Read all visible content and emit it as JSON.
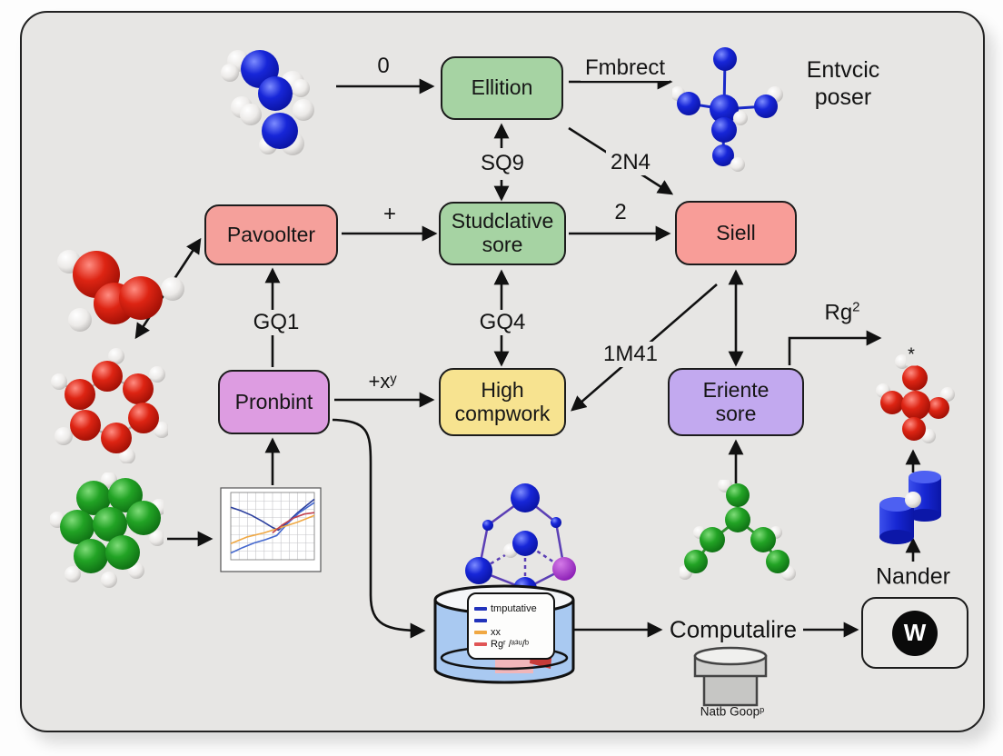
{
  "nodes": {
    "ellition": {
      "label": "Ellition",
      "color": "#a6d3a3"
    },
    "pavoolter": {
      "label": "Pavoolter",
      "color": "#f5a09b"
    },
    "studclative": {
      "label": "Studclative sore",
      "color": "#a6d3a3"
    },
    "siell": {
      "label": "Siell",
      "color": "#f89d98"
    },
    "pronbint": {
      "label": "Pronbint",
      "color": "#dd9ce1"
    },
    "high_compwork": {
      "label": "High compwork",
      "color": "#f7e390"
    },
    "eriente": {
      "label": "Eriente sore",
      "color": "#c2a9ef"
    }
  },
  "edge_labels": {
    "zero": "0",
    "fmbrect": "Fmbrect",
    "sq9": "SQ9",
    "n24": "2N4",
    "plus": "+",
    "two": "2",
    "gq1": "GQ1",
    "gq4": "GQ4",
    "m141": "1M41",
    "plus_x": "+xʸ",
    "rg2_base": "Rg",
    "rg2_sup": "2",
    "asterisk": "*"
  },
  "texts": {
    "entvcic_line1": "Entvcic",
    "entvcic_line2": "poser",
    "computalire": "Computalire",
    "nander": "Nander",
    "natb_goop": "Natb Goopᵖ",
    "w_badge": "W"
  },
  "cylinder_legend": {
    "items": [
      {
        "color": "#2233bb",
        "label": "tmputative"
      },
      {
        "color": "#2233bb",
        "label": ""
      },
      {
        "color": "#f0a843",
        "label": "xx"
      },
      {
        "color": "#e05555",
        "label": "Rgʳ /ᵃ³ᵘ/ᵇ"
      }
    ]
  },
  "mini_plot": {
    "type": "line",
    "grid": {
      "cols": 10,
      "rows": 8
    },
    "series": [
      {
        "name": "navy",
        "color": "#2b3f9e",
        "points": [
          [
            0,
            0.22
          ],
          [
            0.12,
            0.27
          ],
          [
            0.25,
            0.34
          ],
          [
            0.38,
            0.43
          ],
          [
            0.5,
            0.52
          ],
          [
            0.57,
            0.56
          ],
          [
            0.68,
            0.44
          ],
          [
            0.8,
            0.3
          ],
          [
            0.9,
            0.2
          ],
          [
            1,
            0.1
          ]
        ]
      },
      {
        "name": "blue",
        "color": "#4468cf",
        "points": [
          [
            0,
            0.9
          ],
          [
            0.14,
            0.82
          ],
          [
            0.28,
            0.75
          ],
          [
            0.42,
            0.7
          ],
          [
            0.55,
            0.64
          ],
          [
            0.68,
            0.46
          ],
          [
            0.82,
            0.3
          ],
          [
            1,
            0.15
          ]
        ]
      },
      {
        "name": "orange",
        "color": "#f0a843",
        "points": [
          [
            0,
            0.76
          ],
          [
            0.2,
            0.66
          ],
          [
            0.4,
            0.6
          ],
          [
            0.6,
            0.52
          ],
          [
            0.8,
            0.44
          ],
          [
            1,
            0.34
          ]
        ]
      },
      {
        "name": "red",
        "color": "#c2404e",
        "points": [
          [
            0.5,
            0.6
          ],
          [
            0.62,
            0.48
          ],
          [
            0.75,
            0.38
          ],
          [
            0.88,
            0.32
          ],
          [
            1,
            0.3
          ]
        ]
      }
    ]
  }
}
